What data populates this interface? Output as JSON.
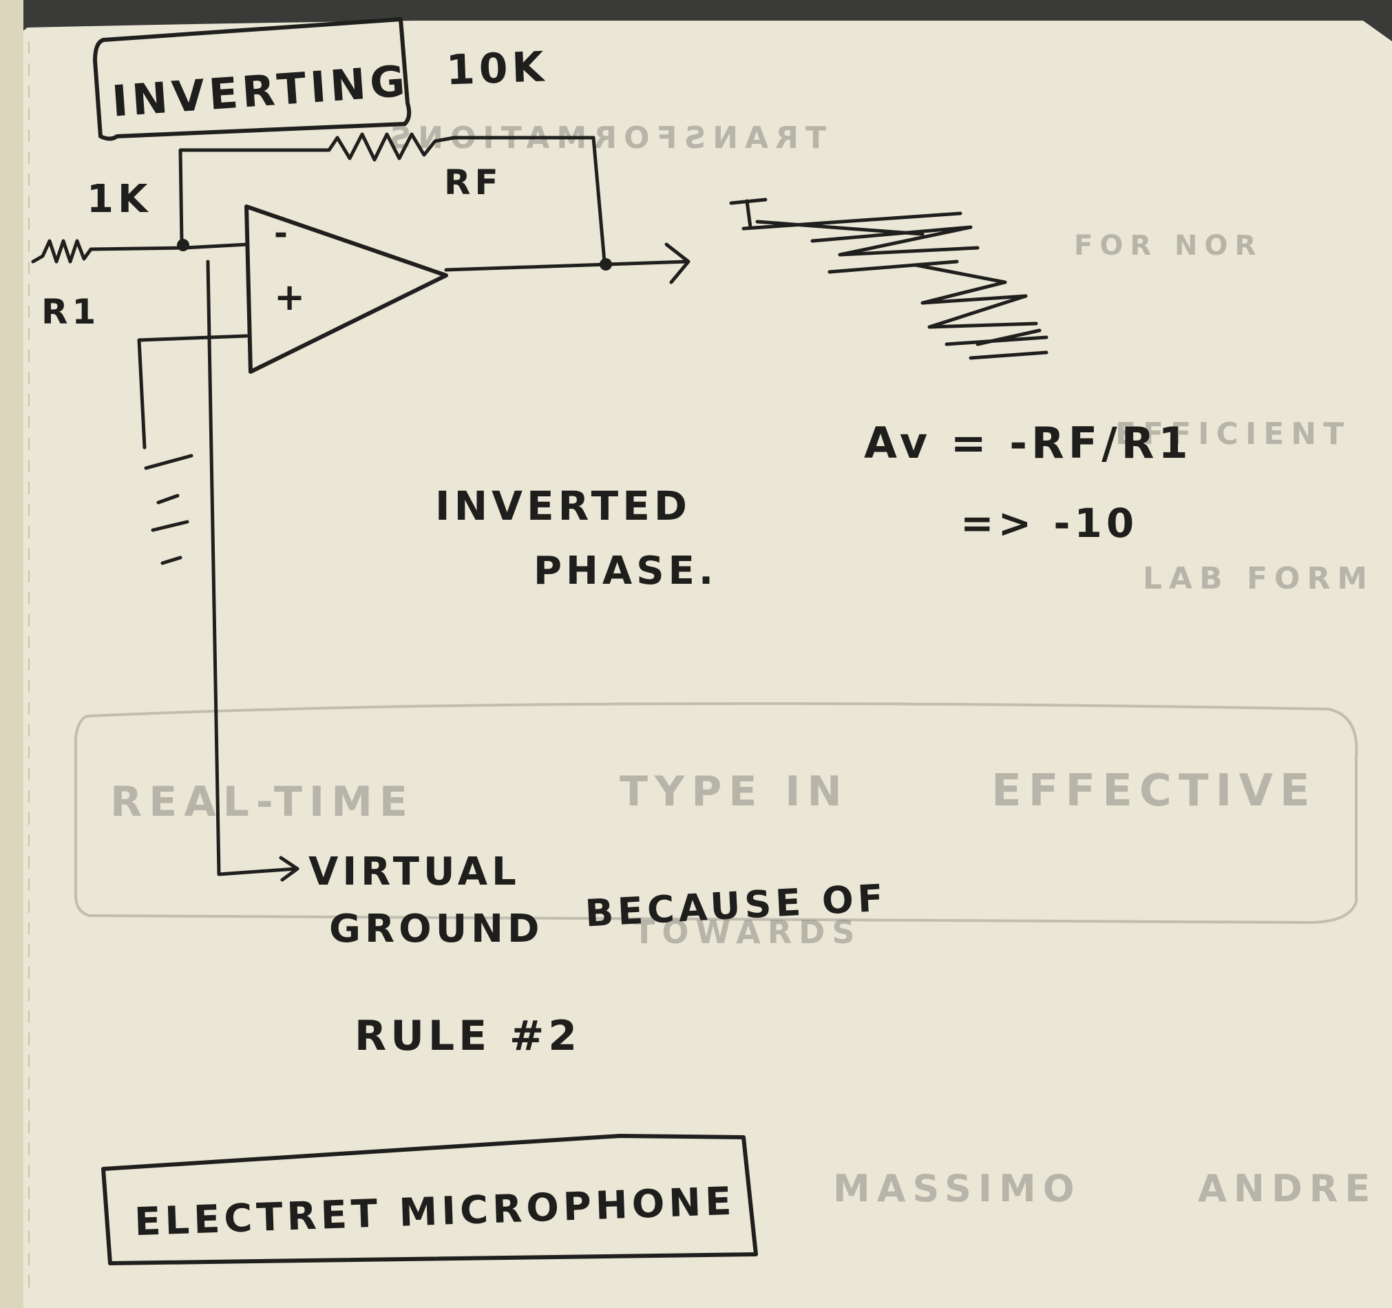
{
  "notes": {
    "title_box": "INVERTING",
    "rf_value": "10K",
    "rf_label": "RF",
    "rin_value": "1K",
    "rin_label": "R1",
    "minus_sign": "-",
    "plus_sign": "+",
    "inverted_phase_line1": "INVERTED",
    "inverted_phase_line2": "PHASE.",
    "gain_formula": "Av = -RF/R1",
    "gain_result": "=> -10",
    "virtual_ground_line1": "VIRTUAL",
    "virtual_ground_line2": "GROUND",
    "because_of": "BECAUSE OF",
    "rule": "RULE #2",
    "electret_box": "ELECTRET MICROPHONE"
  },
  "colors": {
    "paper": "#ebe7d6",
    "ink": "#1f1f1d",
    "bleed_through": "#8e8c86"
  }
}
